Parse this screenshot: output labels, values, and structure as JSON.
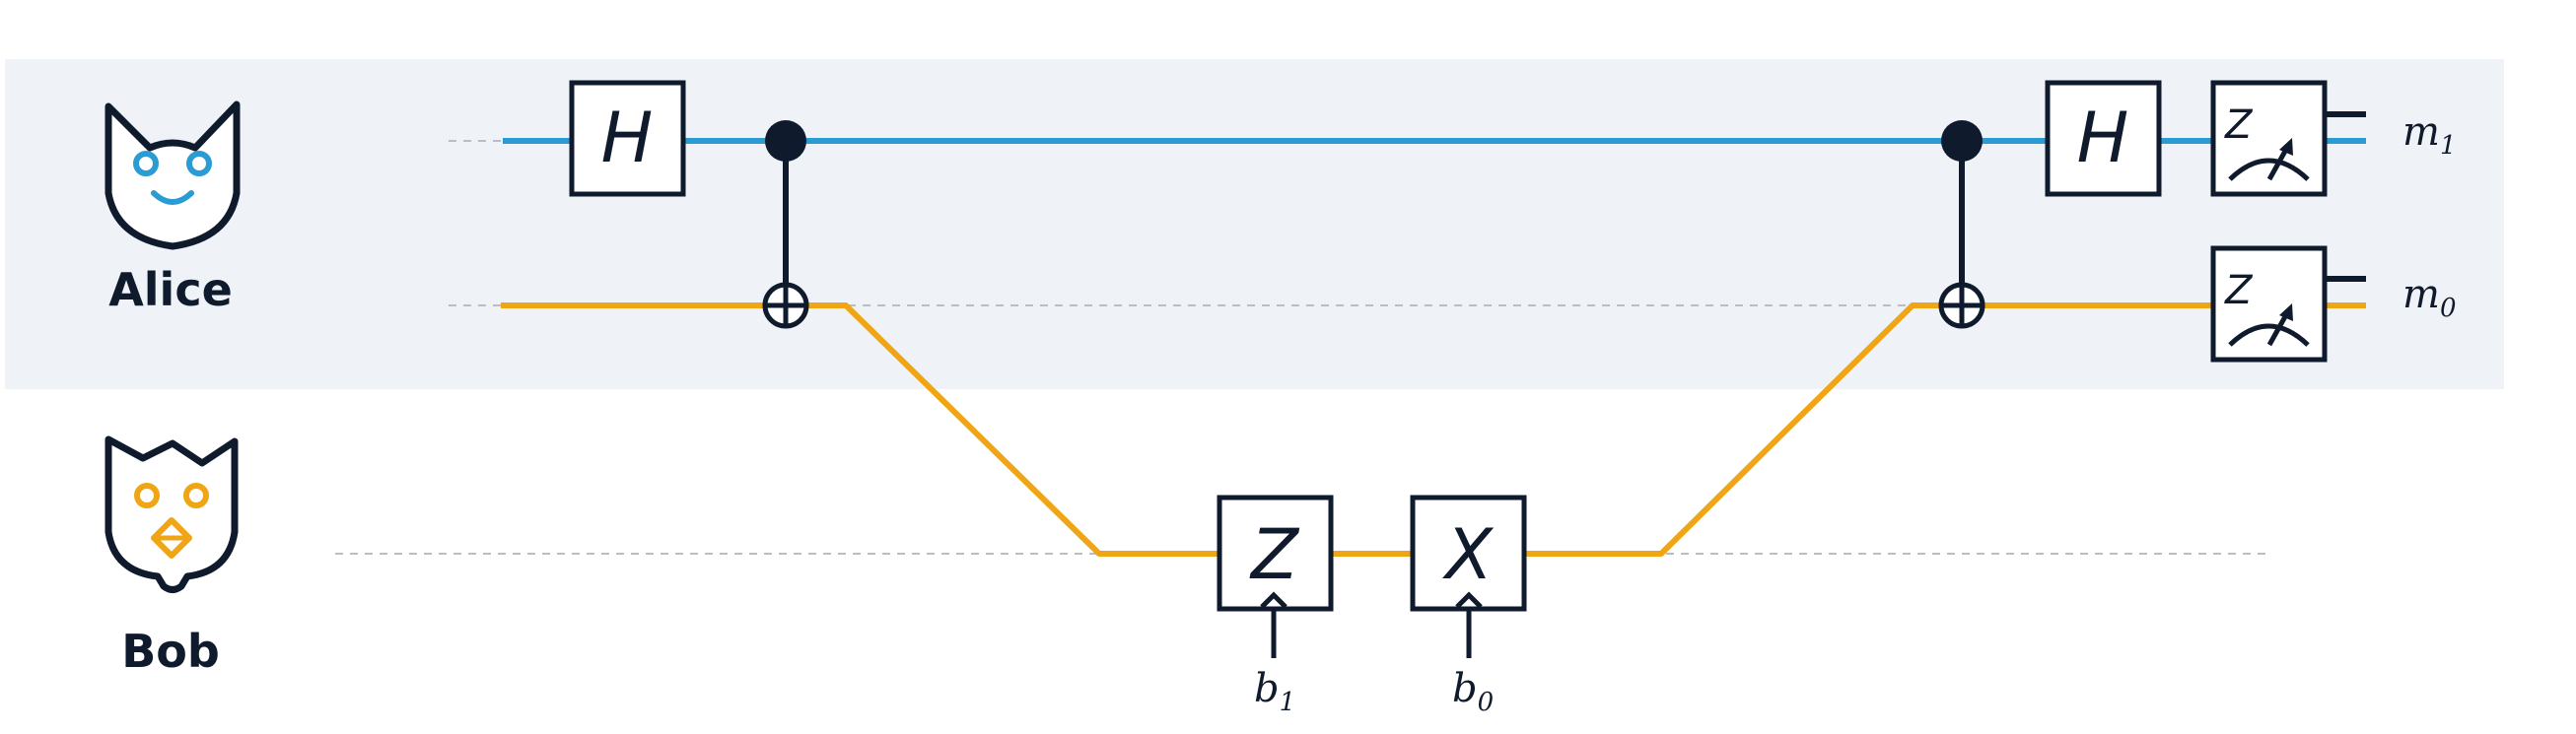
{
  "parties": {
    "alice": {
      "name": "Alice"
    },
    "bob": {
      "name": "Bob"
    }
  },
  "gates": {
    "h_left": "H",
    "h_right": "H",
    "z_bob": "Z",
    "x_bob": "X",
    "meas_top": "Z",
    "meas_bottom": "Z"
  },
  "outputs": {
    "m1": {
      "base": "m",
      "sub": "1"
    },
    "m0": {
      "base": "m",
      "sub": "0"
    }
  },
  "inputs": {
    "b1": {
      "base": "b",
      "sub": "1"
    },
    "b0": {
      "base": "b",
      "sub": "0"
    }
  },
  "colors": {
    "alice_wire": "#2b9bd3",
    "bob_wire": "#f0a514",
    "ink": "#0f1b2d",
    "alice_band": "#eff3f8",
    "dashed": "#b8bec6"
  }
}
